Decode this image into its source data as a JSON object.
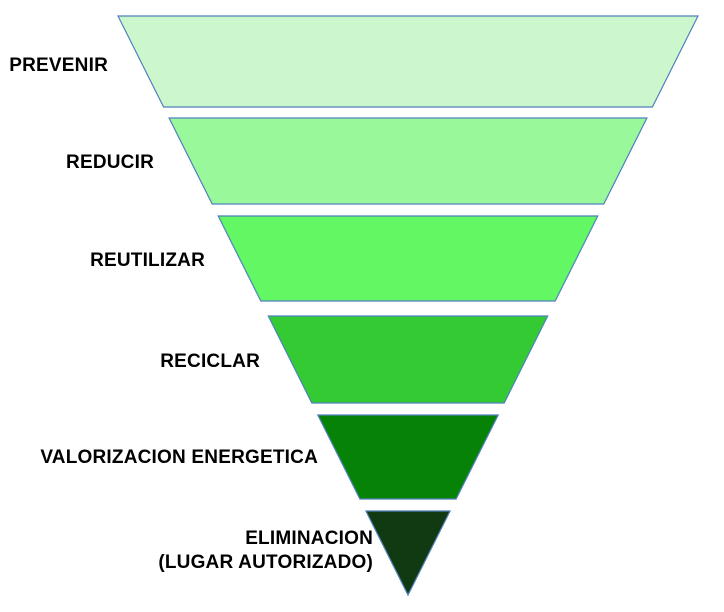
{
  "diagram": {
    "name": "jerarquia-de-residuos-embudo-invertido",
    "background_color": "#FFFFFF",
    "border_color": "#4F81BD",
    "label_color": "#000000",
    "levels": [
      {
        "label": "PREVENIR",
        "color": "#CCF7CC"
      },
      {
        "label": "REDUCIR",
        "color": "#99F899"
      },
      {
        "label": "REUTILIZAR",
        "color": "#63F763"
      },
      {
        "label": "RECICLAR",
        "color": "#33CA33"
      },
      {
        "label": "VALORIZACION ENERGETICA",
        "color": "#068306"
      },
      {
        "label": "ELIMINACION",
        "label_line2": "(LUGAR AUTORIZADO)",
        "color": "#123A12"
      }
    ]
  }
}
